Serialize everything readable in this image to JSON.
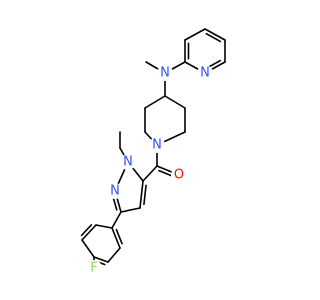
{
  "molecule": {
    "atoms": {
      "n_amine": "N",
      "methyl_amine": "",
      "n_pyridine": "N",
      "n_piperidine": "N",
      "o_carbonyl": "O",
      "n1_pyrazole": "N",
      "n2_pyrazole": "N",
      "methyl_pyrazole": "",
      "f_fluoro": "F"
    },
    "colors": {
      "nitrogen": "#3050F8",
      "oxygen": "#FF0D0D",
      "fluorine": "#90E050",
      "bond": "#000000"
    }
  }
}
